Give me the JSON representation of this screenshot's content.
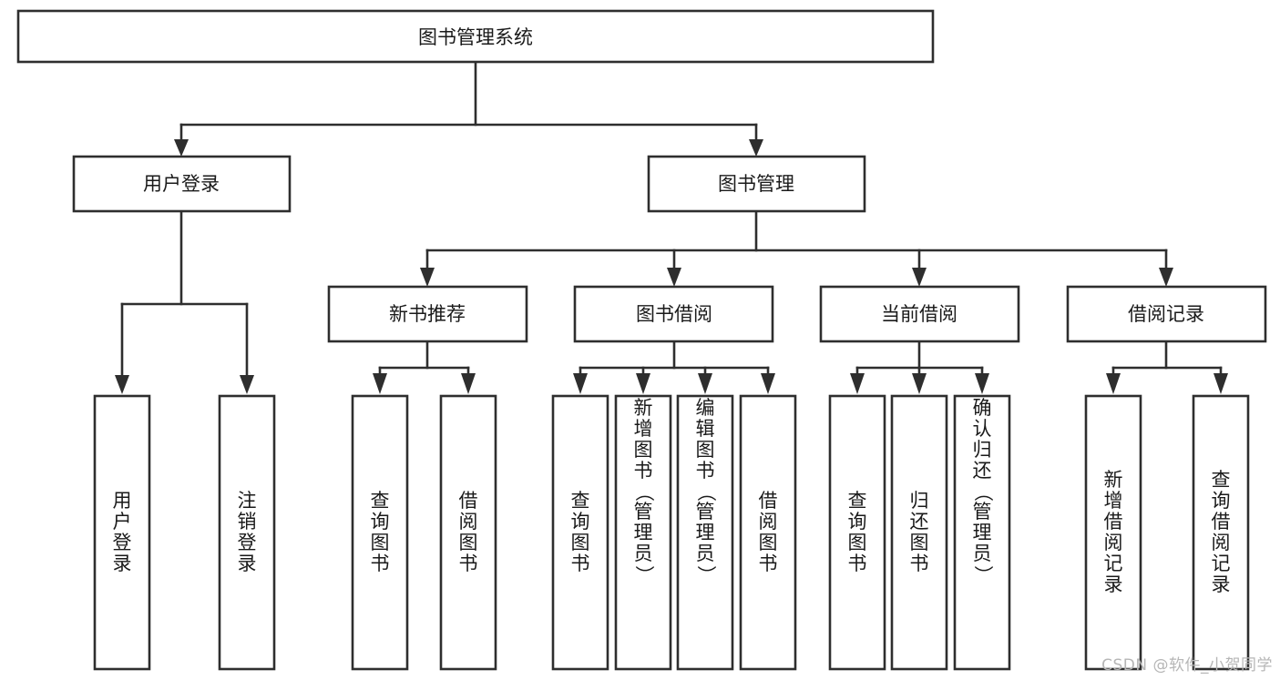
{
  "diagram": {
    "type": "tree-hierarchy",
    "title": "图书管理系统",
    "root": {
      "label": "图书管理系统",
      "orientation": "horizontal"
    },
    "level2": [
      {
        "id": "user-login",
        "label": "用户登录",
        "orientation": "horizontal"
      },
      {
        "id": "book-manage",
        "label": "图书管理",
        "orientation": "horizontal"
      }
    ],
    "level3": [
      {
        "id": "new-book-recommend",
        "label": "新书推荐",
        "orientation": "horizontal",
        "parent": "book-manage"
      },
      {
        "id": "book-borrow",
        "label": "图书借阅",
        "orientation": "horizontal",
        "parent": "book-manage"
      },
      {
        "id": "current-borrow",
        "label": "当前借阅",
        "orientation": "horizontal",
        "parent": "book-manage"
      },
      {
        "id": "borrow-record",
        "label": "借阅记录",
        "orientation": "horizontal",
        "parent": "book-manage"
      }
    ],
    "leaves": [
      {
        "id": "leaf-user-login",
        "parent": "user-login",
        "chars": [
          "用",
          "户",
          "登",
          "录"
        ],
        "orientation": "vertical"
      },
      {
        "id": "leaf-user-logout",
        "parent": "user-login",
        "chars": [
          "注",
          "销",
          "登",
          "录"
        ],
        "orientation": "vertical"
      },
      {
        "id": "leaf-query-book-1",
        "parent": "new-book-recommend",
        "chars": [
          "查",
          "询",
          "图",
          "书"
        ],
        "orientation": "vertical"
      },
      {
        "id": "leaf-borrow-book-1",
        "parent": "new-book-recommend",
        "chars": [
          "借",
          "阅",
          "图",
          "书"
        ],
        "orientation": "vertical"
      },
      {
        "id": "leaf-query-book-2",
        "parent": "book-borrow",
        "chars": [
          "查",
          "询",
          "图",
          "书"
        ],
        "orientation": "vertical"
      },
      {
        "id": "leaf-add-book-admin",
        "parent": "book-borrow",
        "chars": [
          "新",
          "增",
          "图",
          "书",
          "（",
          "管",
          "理",
          "员",
          "）"
        ],
        "orientation": "vertical"
      },
      {
        "id": "leaf-edit-book-admin",
        "parent": "book-borrow",
        "chars": [
          "编",
          "辑",
          "图",
          "书",
          "（",
          "管",
          "理",
          "员",
          "）"
        ],
        "orientation": "vertical"
      },
      {
        "id": "leaf-borrow-book-2",
        "parent": "book-borrow",
        "chars": [
          "借",
          "阅",
          "图",
          "书"
        ],
        "orientation": "vertical"
      },
      {
        "id": "leaf-query-book-3",
        "parent": "current-borrow",
        "chars": [
          "查",
          "询",
          "图",
          "书"
        ],
        "orientation": "vertical"
      },
      {
        "id": "leaf-return-book",
        "parent": "current-borrow",
        "chars": [
          "归",
          "还",
          "图",
          "书"
        ],
        "orientation": "vertical"
      },
      {
        "id": "leaf-confirm-return-admin",
        "parent": "current-borrow",
        "chars": [
          "确",
          "认",
          "归",
          "还",
          "（",
          "管",
          "理",
          "员",
          "）"
        ],
        "orientation": "vertical"
      },
      {
        "id": "leaf-add-borrow-record",
        "parent": "borrow-record",
        "chars": [
          "新",
          "增",
          "借",
          "阅",
          "记",
          "录"
        ],
        "orientation": "vertical"
      },
      {
        "id": "leaf-query-borrow-record",
        "parent": "borrow-record",
        "chars": [
          "查",
          "询",
          "借",
          "阅",
          "记",
          "录"
        ],
        "orientation": "vertical"
      }
    ],
    "colors": {
      "box_stroke": "#2e2e2e",
      "box_fill": "#ffffff",
      "text": "#1a1a1a",
      "connector": "#2e2e2e",
      "background": "#ffffff",
      "watermark": "#b6b6b6"
    }
  },
  "watermark": {
    "text": "CSDN @软件_小贺同学"
  }
}
